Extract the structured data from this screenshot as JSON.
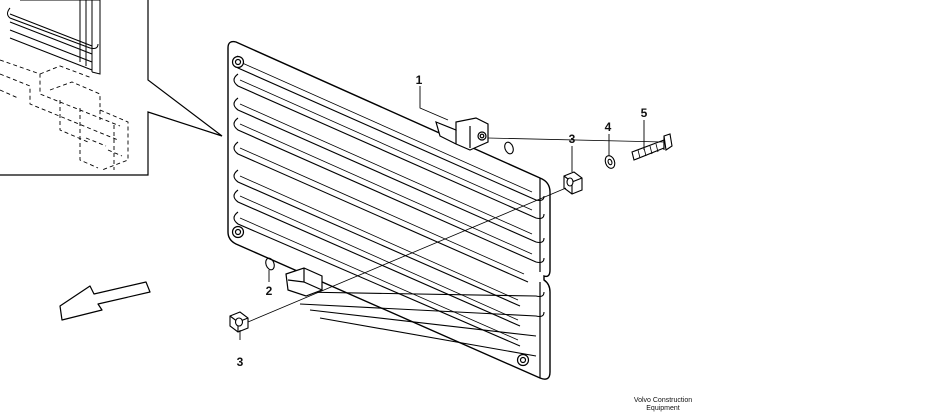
{
  "callouts": [
    {
      "label": "1",
      "part": "condenser"
    },
    {
      "label": "2",
      "part": "o-ring"
    },
    {
      "label": "3",
      "part": "flange-nut-upper"
    },
    {
      "label": "4",
      "part": "washer"
    },
    {
      "label": "5",
      "part": "bolt"
    },
    {
      "label": "3",
      "part": "flange-nut-lower"
    }
  ],
  "footer": {
    "line1": "Volvo Construction",
    "line2": "Equipment"
  }
}
